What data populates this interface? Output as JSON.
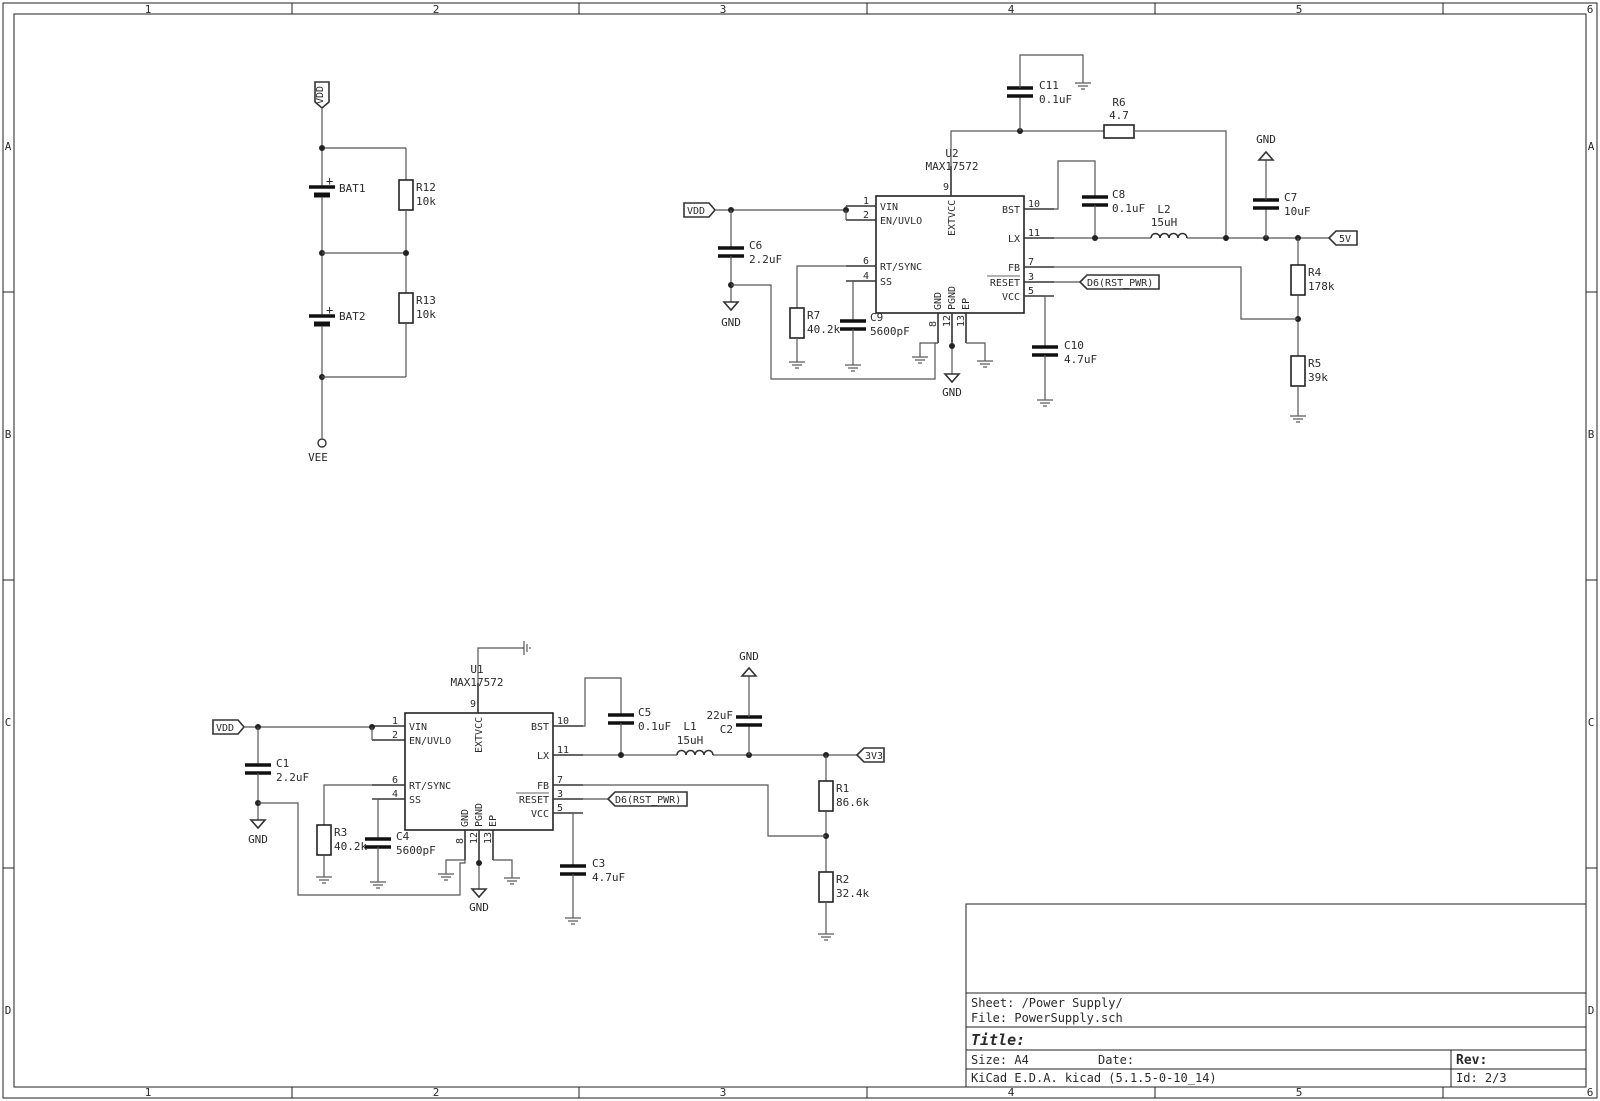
{
  "frame": {
    "columns": [
      "1",
      "2",
      "3",
      "4",
      "5",
      "6"
    ],
    "rows": [
      "A",
      "B",
      "C",
      "D"
    ]
  },
  "title_block": {
    "sheet": "Sheet: /Power Supply/",
    "file": "File: PowerSupply.sch",
    "title": "Title:",
    "size": "Size: A4",
    "date": "Date:",
    "rev": "Rev:",
    "tool": "KiCad E.D.A.  kicad (5.1.5-0-10_14)",
    "id": "Id: 2/3"
  },
  "battery": {
    "vdd": "VDD",
    "vee": "VEE",
    "bat1": "BAT1",
    "bat2": "BAT2",
    "r12_ref": "R12",
    "r12_val": "10k",
    "r13_ref": "R13",
    "r13_val": "10k"
  },
  "u2": {
    "ref": "U2",
    "part": "MAX17572",
    "pins": {
      "vin": "VIN",
      "en": "EN/UVLO",
      "rt": "RT/SYNC",
      "ss": "SS",
      "bst": "BST",
      "lx": "LX",
      "fb": "FB",
      "reset": "RESET",
      "vcc": "VCC",
      "extvcc": "EXTVCC",
      "gnd": "GND",
      "pgnd": "PGND",
      "ep": "EP"
    },
    "pin_numbers": {
      "vin": "1",
      "en": "2",
      "rt": "6",
      "ss": "4",
      "bst": "10",
      "lx": "11",
      "fb": "7",
      "reset": "3",
      "vcc": "5",
      "extvcc": "9",
      "gnd": "8",
      "pgnd": "12",
      "ep": "13"
    },
    "vdd": "VDD",
    "out": "5V",
    "reset_net": "D6(RST_PWR)",
    "gnd1": "GND",
    "gnd2": "GND",
    "gnd3": "GND",
    "c6_ref": "C6",
    "c6_val": "2.2uF",
    "r7_ref": "R7",
    "r7_val": "40.2k",
    "c9_ref": "C9",
    "c9_val": "5600pF",
    "c10_ref": "C10",
    "c10_val": "4.7uF",
    "c11_ref": "C11",
    "c11_val": "0.1uF",
    "r6_ref": "R6",
    "r6_val": "4.7",
    "c8_ref": "C8",
    "c8_val": "0.1uF",
    "l2_ref": "L2",
    "l2_val": "15uH",
    "c7_ref": "C7",
    "c7_val": "10uF",
    "r4_ref": "R4",
    "r4_val": "178k",
    "r5_ref": "R5",
    "r5_val": "39k"
  },
  "u1": {
    "ref": "U1",
    "part": "MAX17572",
    "pins": {
      "vin": "VIN",
      "en": "EN/UVLO",
      "rt": "RT/SYNC",
      "ss": "SS",
      "bst": "BST",
      "lx": "LX",
      "fb": "FB",
      "reset": "RESET",
      "vcc": "VCC",
      "extvcc": "EXTVCC",
      "gnd": "GND",
      "pgnd": "PGND",
      "ep": "EP"
    },
    "pin_numbers": {
      "vin": "1",
      "en": "2",
      "rt": "6",
      "ss": "4",
      "bst": "10",
      "lx": "11",
      "fb": "7",
      "reset": "3",
      "vcc": "5",
      "extvcc": "9",
      "gnd": "8",
      "pgnd": "12",
      "ep": "13"
    },
    "vdd": "VDD",
    "out": "3V3",
    "reset_net": "D6(RST_PWR)",
    "gnd1": "GND",
    "gnd2": "GND",
    "gnd3": "GND",
    "c1_ref": "C1",
    "c1_val": "2.2uF",
    "r3_ref": "R3",
    "r3_val": "40.2k",
    "c4_ref": "C4",
    "c4_val": "5600pF",
    "c3_ref": "C3",
    "c3_val": "4.7uF",
    "c5_ref": "C5",
    "c5_val": "0.1uF",
    "l1_ref": "L1",
    "l1_val": "15uH",
    "c2_ref": "C2",
    "c2_val": "22uF",
    "r1_ref": "R1",
    "r1_val": "86.6k",
    "r2_ref": "R2",
    "r2_val": "32.4k"
  }
}
